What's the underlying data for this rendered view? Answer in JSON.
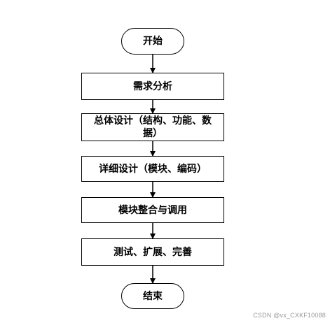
{
  "flowchart": {
    "start": "开始",
    "steps": [
      "需求分析",
      "总体设计（结构、功能、数据）",
      "详细设计（模块、编码）",
      "模块整合与调用",
      "测试、扩展、完善"
    ],
    "end": "结束"
  },
  "watermark": "CSDN @vx_CXKF10088"
}
